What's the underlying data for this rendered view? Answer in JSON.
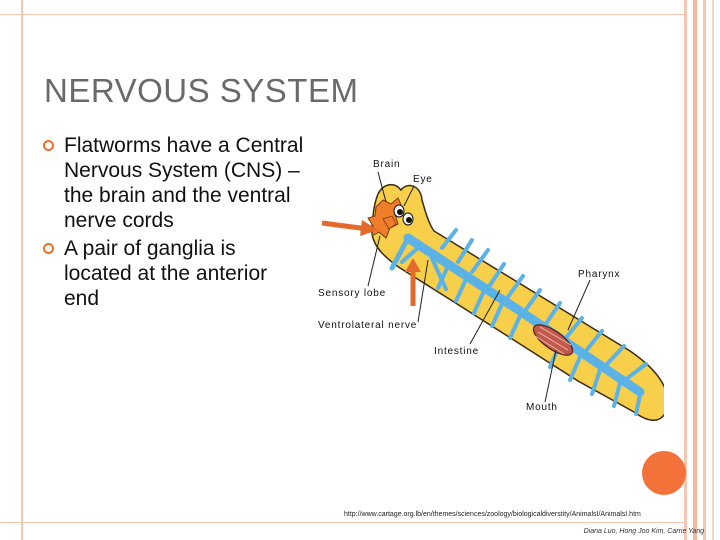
{
  "slide": {
    "title": "NERVOUS SYSTEM",
    "bullets": [
      "Flatworms have a Central Nervous System (CNS) – the brain and the ventral nerve cords",
      "A pair of ganglia is located at the anterior end"
    ],
    "source_url": "http://www.cartage.org.lb/en/themes/sciences/zoology/biologicaldiverstity/AnimalsI/AnimalsI.htm",
    "credit": "Diana Luo, Hong Joo Kim, Carrie Yang"
  },
  "diagram": {
    "labels": {
      "brain": "Brain",
      "eye": "Eye",
      "pharynx": "Pharynx",
      "sensory_lobe": "Sensory lobe",
      "ventrolateral_nerve": "Ventrolateral nerve",
      "intestine": "Intestine",
      "mouth": "Mouth"
    }
  },
  "colors": {
    "accent": "#f3723a",
    "bullet": "#e8712e",
    "title": "#6a6a6a",
    "body_fill": "#f7cf4a",
    "intestine": "#5ab2e6",
    "pharynx": "#c05a4e"
  }
}
